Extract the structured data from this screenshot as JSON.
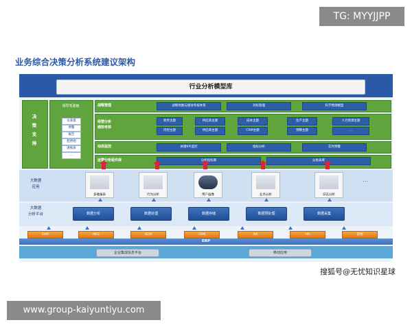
{
  "watermarks": {
    "tg": "TG: MYYJJPP",
    "url": "www.group-kaiyuntiyu.com"
  },
  "title": "业务综合决策分析系统建议架构",
  "caption": "搜狐号@无忧知识星球",
  "diagram": {
    "top_box": "行业分析模型库",
    "decision_support": "决\n策\n支\n持",
    "leader_cockpit": {
      "title": "领导驾驶舱",
      "items": [
        "仪表盘",
        "预警",
        "报告",
        "趋势图",
        "透视表",
        "..."
      ]
    },
    "green_rows": [
      {
        "label": "战略管理",
        "chips": [
          "战略地图与绩效考核体系",
          "对标管理",
          "科学预测模型"
        ]
      },
      {
        "label": "经营分析\n绩效考核",
        "chips": [
          "财务主题",
          "供应商主题",
          "成本主题",
          "生产主题",
          "人力资源主题",
          "内控主题",
          "供应商主题",
          "CRM主题",
          "预算主题",
          "..."
        ]
      },
      {
        "label": "动态监控",
        "chips": [
          "关键KPI监控",
          "指标分析",
          "实时预警"
        ]
      },
      {
        "label": "运营分析组件库",
        "chips": [
          "分析指标库",
          "分类表库"
        ]
      }
    ],
    "big_data_apps": {
      "label": "大数据\n应用",
      "apps": [
        "多维报表",
        "行为分析",
        "用户画像",
        "业务分析",
        "日志分析"
      ],
      "more": "..."
    },
    "big_data_platform": {
      "label": "大数据\n分析平台",
      "buttons": [
        "数据分析",
        "数据处理",
        "数据存储",
        "数据预处理",
        "数据采集"
      ]
    },
    "source_systems": [
      "EAM",
      "MES",
      "SCM",
      "CRM",
      "OA",
      "HR",
      "其他"
    ],
    "erp": "ERP",
    "bottom": [
      "企业集成信息平台",
      "移动应用"
    ]
  }
}
